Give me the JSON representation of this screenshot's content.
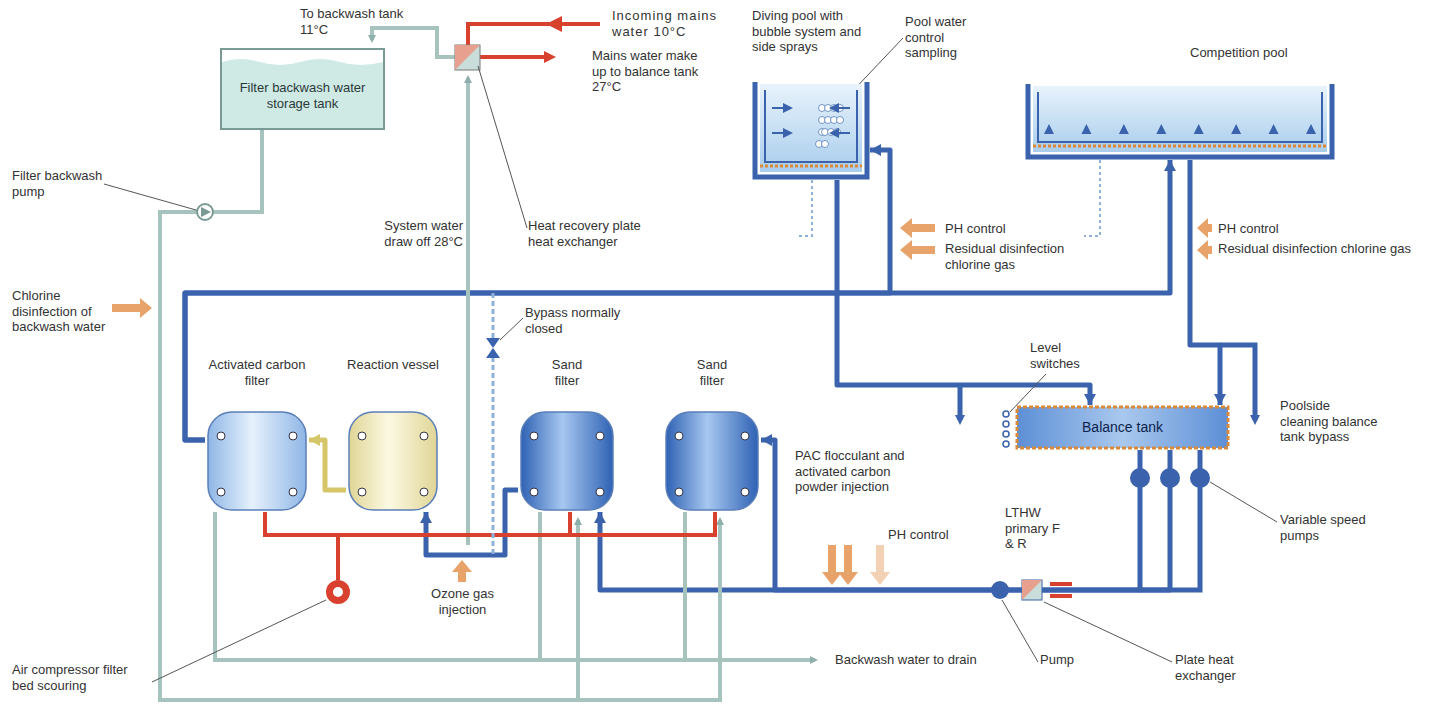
{
  "diagram": {
    "nodes": [
      {
        "text": [
          "Filter backwash water storage tank"
        ]
      },
      {
        "text": [
          "Diving pool with bubble system and side sprays"
        ]
      },
      {
        "text": [
          "Competition pool"
        ]
      },
      {
        "text": [
          "Activated carbon filter"
        ]
      },
      {
        "text": [
          "Reaction vessel"
        ]
      },
      {
        "text": [
          "Sand filter"
        ]
      },
      {
        "text": [
          "Sand filter"
        ]
      },
      {
        "text": [
          "Balance tank"
        ]
      }
    ],
    "edges": [
      {
        "from": 5,
        "to": 4,
        "arrow": "to"
      },
      {
        "from": 4,
        "to": 3,
        "arrow": "to"
      },
      {
        "from": 3,
        "to": 1,
        "arrow": "to"
      },
      {
        "from": 3,
        "to": 2,
        "arrow": "to"
      },
      {
        "from": 1,
        "to": 7,
        "arrow": "to"
      },
      {
        "from": 2,
        "to": 7,
        "arrow": "to"
      },
      {
        "from": 7,
        "to": 5,
        "arrow": "to"
      },
      {
        "from": 7,
        "to": 6,
        "arrow": "to"
      }
    ],
    "labels": [
      "To backwash tank 11°C",
      "Incoming mains water 10°C",
      "Mains water make up to balance tank 27°C",
      "Filter backwash pump",
      "System water draw off 28°C",
      "Heat recovery plate heat exchanger",
      "Chlorine disinfection of backwash water",
      "Bypass normally closed",
      "PAC flocculant and activated carbon powder injection",
      "PH control",
      "Residual disinfection chlorine gas",
      "PH control",
      "Residual disinfection chlorine gas",
      "Pool water control sampling",
      "Level switches",
      "Poolside cleaning balance tank bypass",
      "LTHW primary F & R",
      "Variable speed pumps",
      "PH control",
      "Ozone gas injection",
      "Air compressor filter bed scouring",
      "Backwash water to drain",
      "Pump",
      "Plate heat exchanger"
    ]
  }
}
